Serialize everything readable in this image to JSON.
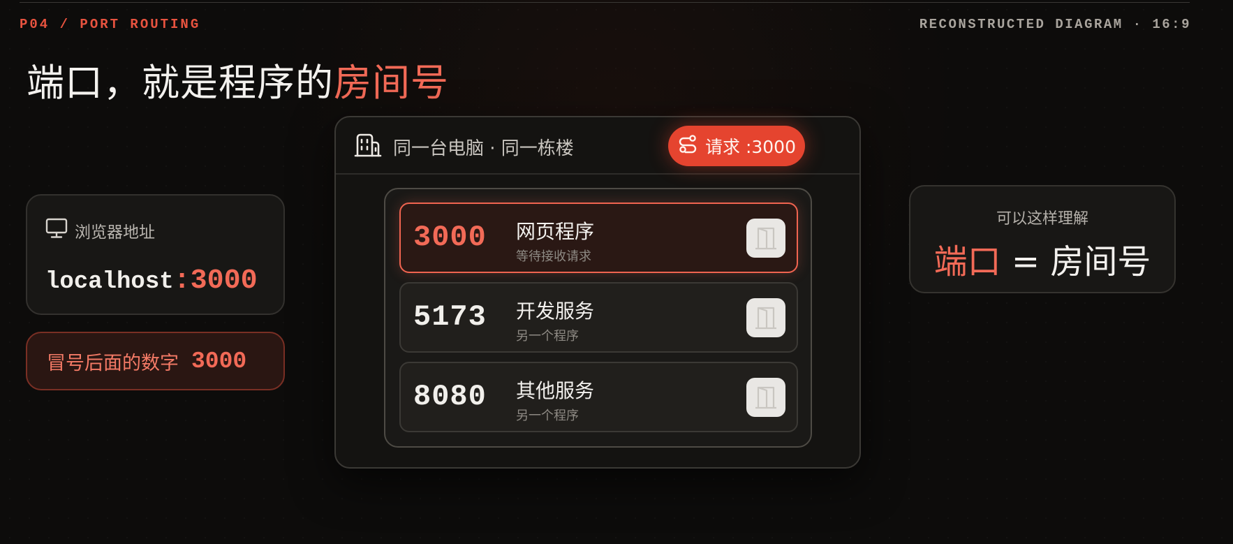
{
  "header": {
    "section_tag": "P04 / PORT ROUTING",
    "corner_tag": "RECONSTRUCTED DIAGRAM · 16:9",
    "title_main": "端口，就是程序的",
    "title_accent": "房间号"
  },
  "address_card": {
    "label": "浏览器地址",
    "host": "localhost",
    "colon": ":",
    "port": "3000",
    "icon": "monitor-icon"
  },
  "colon_card": {
    "label": "冒号后面的数字",
    "port": "3000"
  },
  "building": {
    "title": "同一台电脑 · 同一栋楼",
    "icon": "building-icon",
    "request_label": "请求 :3000",
    "request_icon": "route-icon",
    "rooms": [
      {
        "port": "3000",
        "name": "网页程序",
        "sub": "等待接收请求",
        "active": true
      },
      {
        "port": "5173",
        "name": "开发服务",
        "sub": "另一个程序",
        "active": false
      },
      {
        "port": "8080",
        "name": "其他服务",
        "sub": "另一个程序",
        "active": false
      }
    ]
  },
  "analogy": {
    "label": "可以这样理解",
    "left": "端口",
    "equals": "=",
    "right": "房间号"
  },
  "colors": {
    "accent": "#f26a57",
    "pill": "#e5442f",
    "background": "#0d0c0b"
  }
}
